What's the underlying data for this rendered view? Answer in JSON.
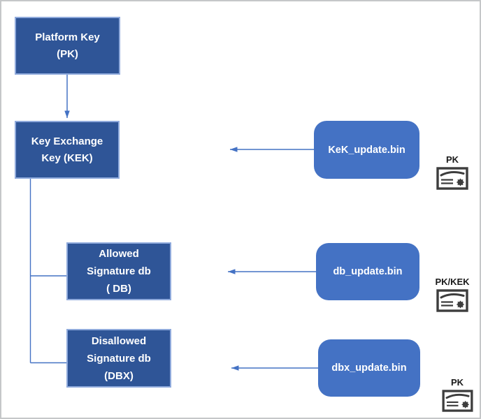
{
  "diagram": {
    "description": "UEFI Secure Boot key hierarchy and signed update files",
    "colors": {
      "key_box_fill": "#2F5597",
      "key_box_border": "#8FAADC",
      "update_box_fill": "#4472C4",
      "connector": "#4472C4",
      "certificate_icon": "#3D3D3D",
      "box_text": "#FFFFFF"
    },
    "key_boxes": [
      {
        "id": "pk",
        "lines": [
          "Platform Key",
          "(PK)"
        ]
      },
      {
        "id": "kek",
        "lines": [
          "Key Exchange",
          "Key (KEK)"
        ]
      },
      {
        "id": "db",
        "lines": [
          "Allowed",
          "Signature db",
          "( DB)"
        ]
      },
      {
        "id": "dbx",
        "lines": [
          "Disallowed",
          "Signature db",
          "(DBX)"
        ]
      }
    ],
    "update_files": [
      {
        "id": "kek-update",
        "label": "KeK_update.bin"
      },
      {
        "id": "db-update",
        "label": "db_update.bin"
      },
      {
        "id": "dbx-update",
        "label": "dbx_update.bin"
      }
    ],
    "certificates": [
      {
        "id": "cert-kek-update",
        "label": "PK"
      },
      {
        "id": "cert-db-update",
        "label": "PK/KEK"
      },
      {
        "id": "cert-dbx-update",
        "label": "PK"
      }
    ]
  }
}
